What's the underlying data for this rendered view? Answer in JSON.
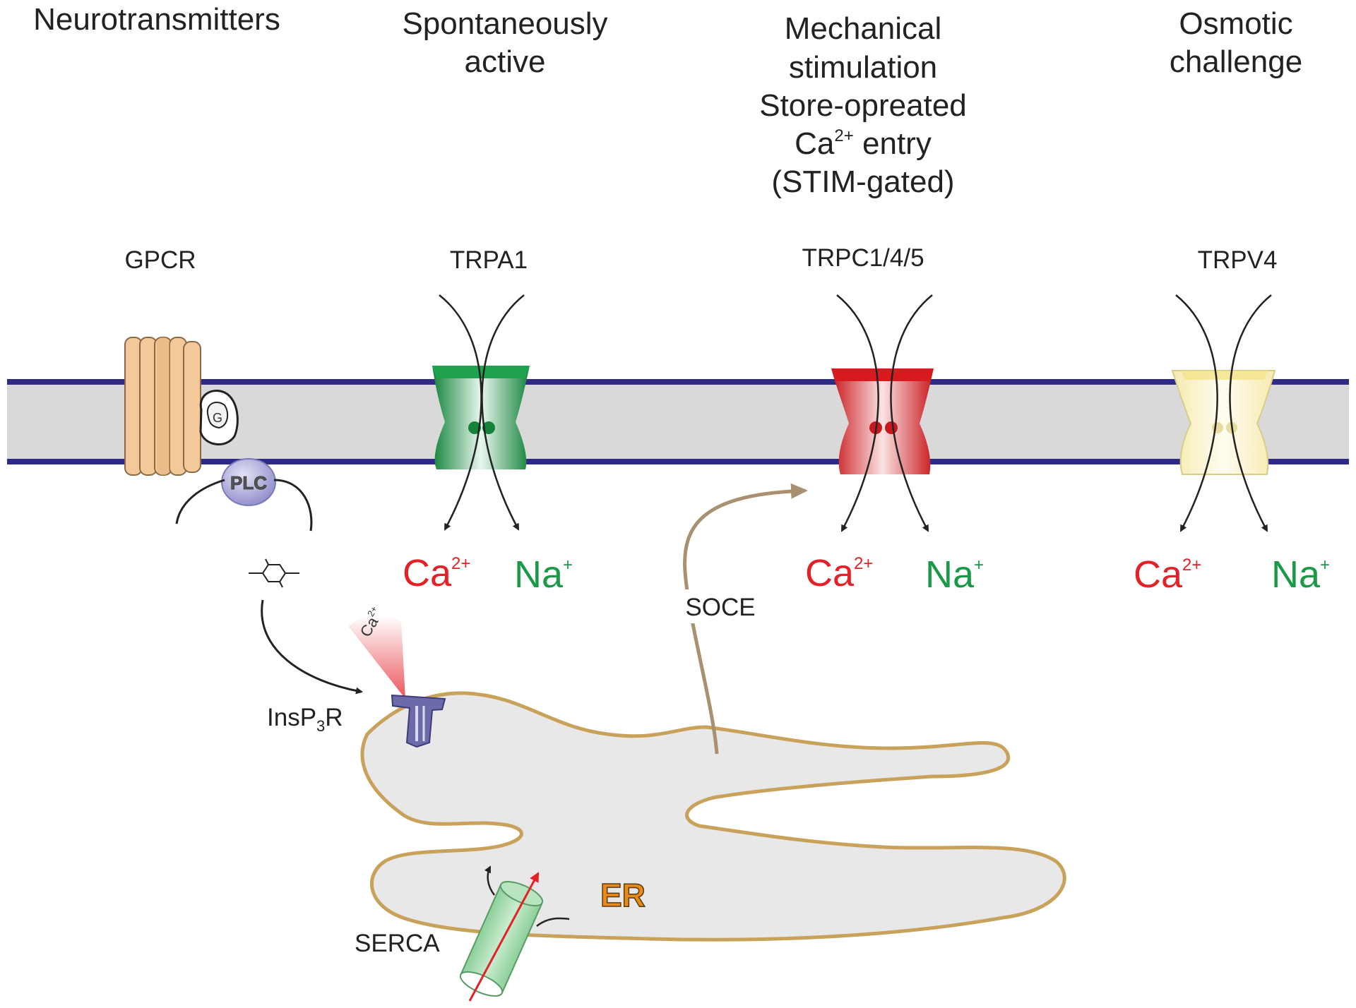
{
  "headers": {
    "neurotransmitters": "Neurotransmitters",
    "spontaneous_line1": "Spontaneously",
    "spontaneous_line2": "active",
    "mech_line1": "Mechanical",
    "mech_line2": "stimulation",
    "mech_line3": "Store-opreated",
    "mech_line4_ca": "Ca",
    "mech_line4_sup": "2+",
    "mech_line4_rest": " entry",
    "mech_line5": "(STIM-gated)",
    "osmotic_line1": "Osmotic",
    "osmotic_line2": "challenge"
  },
  "channels": {
    "gpcr": "GPCR",
    "trpa1": "TRPA1",
    "trpc": "TRPC1/4/5",
    "trpv4": "TRPV4"
  },
  "ions": {
    "ca": "Ca",
    "ca_sup": "2+",
    "na": "Na",
    "na_sup": "+"
  },
  "signaling": {
    "g_protein": "G",
    "plc": "PLC",
    "insp3r_prefix": "InsP",
    "insp3r_sub": "3",
    "insp3r_suffix": "R",
    "ca_release": "Ca",
    "ca_release_sup": "2+",
    "soce": "SOCE",
    "er": "ER",
    "serca": "SERCA"
  },
  "colors": {
    "membrane_line": "#2e2a8a",
    "membrane_fill": "#d9d9d9",
    "trpa1": "#1a9a48",
    "trpc": "#e32126",
    "trpv4": "#f7f0c8",
    "gpcr": "#f3c99a",
    "er_outline": "#c8a25a",
    "soce_arrow": "#a89070",
    "serca": "#9fd7a8",
    "insp3r": "#6c6aa8",
    "plc": "#a8a6d8"
  }
}
